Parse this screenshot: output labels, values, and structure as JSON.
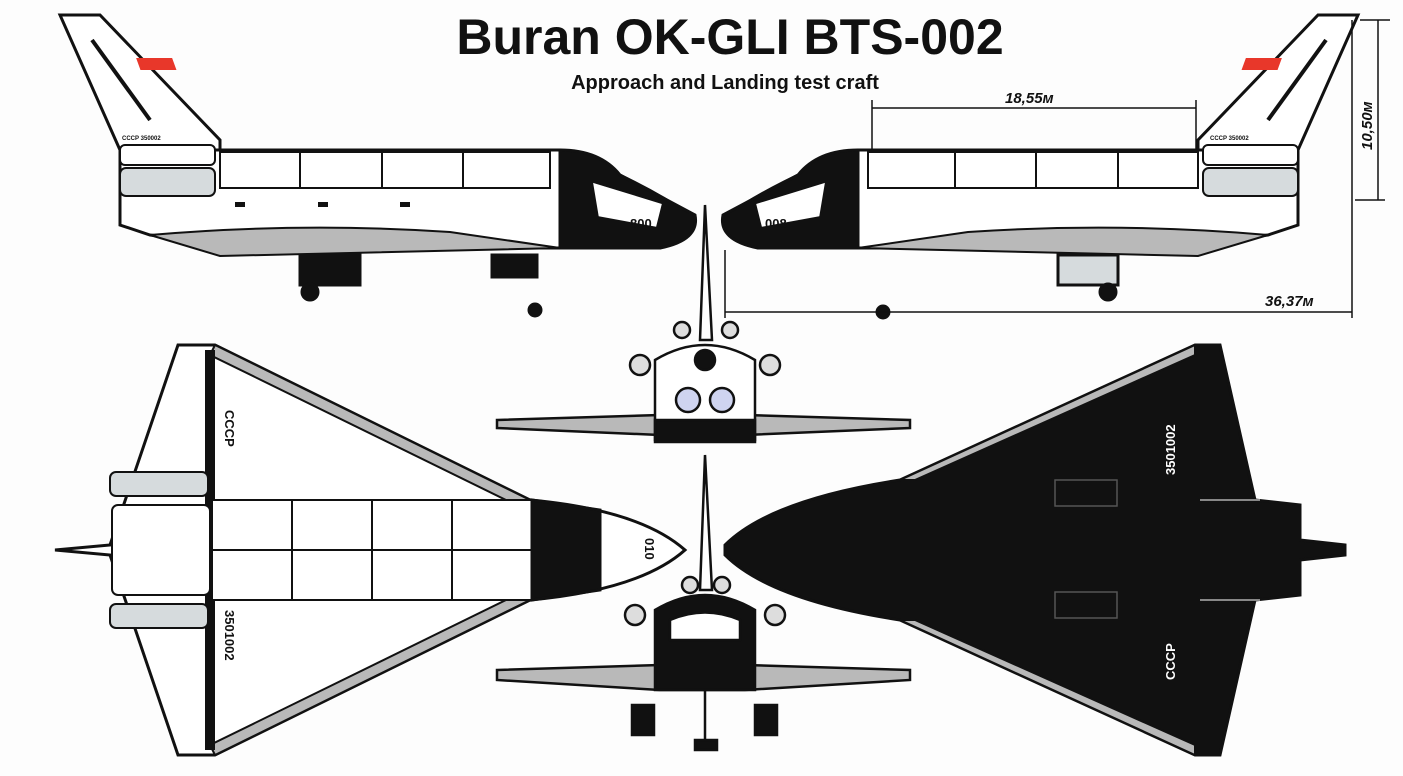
{
  "header": {
    "title": "Buran OK-GLI BTS-002",
    "subtitle": "Approach and Landing test craft"
  },
  "dimensions": {
    "payload_bay_length": "18,55м",
    "height": "10,50м",
    "overall_length": "36,37м"
  },
  "markings": {
    "tail_registration": "СССР 350002",
    "side_number_left": "800",
    "side_number_right": "008",
    "top_country": "СССР",
    "top_serial": "3501002",
    "top_nose_number": "010",
    "bottom_serial": "3501002",
    "bottom_country": "СССР"
  },
  "colors": {
    "flag_red": "#e8372a",
    "line": "#111111",
    "thermal_grey": "#b9b9b9",
    "pod_grey": "#d6dbdd"
  }
}
